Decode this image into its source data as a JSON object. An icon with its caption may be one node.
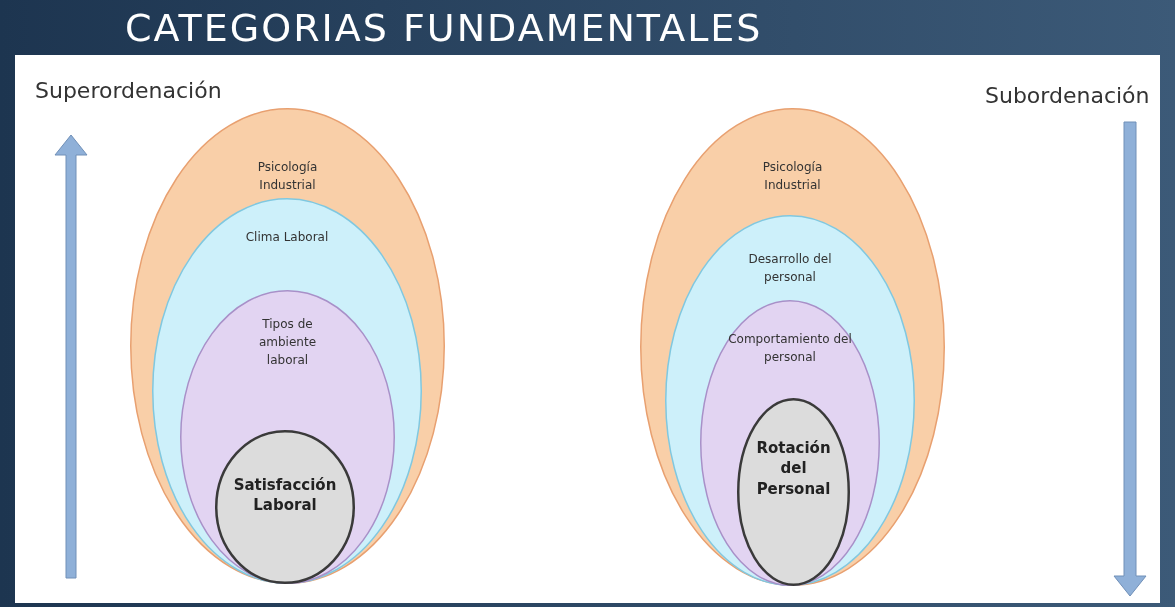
{
  "diagram": {
    "title": "CATEGORIAS FUNDAMENTALES",
    "nodes": [
      {
        "text": [
          "Psicología Industrial"
        ]
      },
      {
        "text": [
          "Clima Laboral"
        ],
        "in": 0
      },
      {
        "text": [
          "Tipos de ambiente laboral"
        ],
        "in": 1
      },
      {
        "text": [
          "Satisfacción Laboral"
        ],
        "in": 2
      },
      {
        "text": [
          "Psicología Industrial"
        ]
      },
      {
        "text": [
          "Desarrollo del personal"
        ],
        "in": 4
      },
      {
        "text": [
          "Comportamiento del personal"
        ],
        "in": 5
      },
      {
        "text": [
          "Rotación del Personal"
        ],
        "in": 6
      }
    ],
    "labels": [
      "Superordenación",
      "Subordenación"
    ]
  }
}
